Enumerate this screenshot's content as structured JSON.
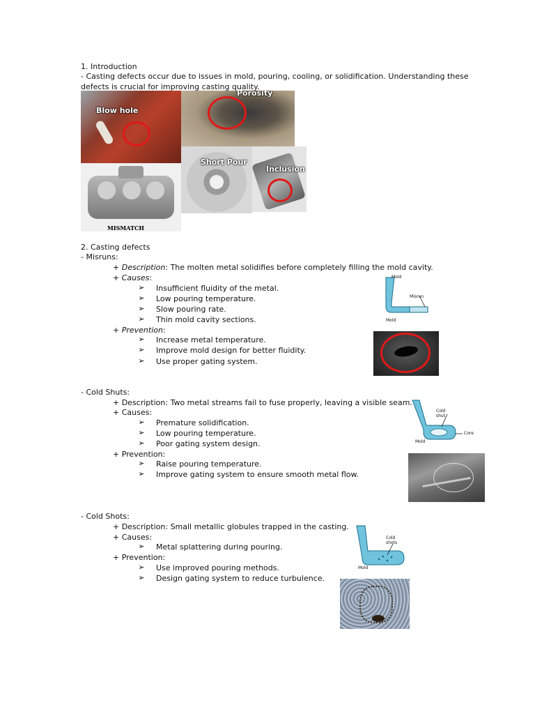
{
  "intro": {
    "heading": "1. Introduction",
    "text_line1": "- Casting defects occur due to issues in mold, pouring, cooling, or solidification. Understanding these",
    "text_line2": "defects is crucial for improving casting quality."
  },
  "collage": {
    "blow_hole": "Blow hole",
    "porosity": "Porosity",
    "short_pour": "Short Pour",
    "inclusion": "Inclusion",
    "mismatch": "MISMATCH"
  },
  "defects": {
    "heading": "2. Casting defects",
    "misruns": {
      "title": "- Misruns:",
      "desc_label": "Description",
      "desc_text": ": The molten metal solidifies before completely filling the mold cavity.",
      "causes_label": "Causes",
      "causes": [
        "Insufficient fluidity of the metal.",
        "Low pouring temperature.",
        "Slow pouring rate.",
        "Thin mold cavity sections."
      ],
      "prevention_label": "Prevention",
      "prevention": [
        "Increase metal temperature.",
        "Improve mold design for better fluidity.",
        "Use proper gating system."
      ],
      "diagram_labels": {
        "mold_top": "Mold",
        "misrun": "Misrun",
        "mold_bottom": "Mold"
      }
    },
    "cold_shuts": {
      "title": "- Cold Shuts:",
      "description": "+ Description: Two metal streams fail to fuse properly, leaving a visible seam.",
      "causes_label": "+ Causes:",
      "causes": [
        "Premature solidification.",
        "Low pouring temperature.",
        "Poor gating system design."
      ],
      "prevention_label": "+ Prevention:",
      "prevention": [
        "Raise pouring temperature.",
        "Improve gating system to ensure smooth metal flow."
      ],
      "diagram_labels": {
        "cold": "Cold",
        "shut": "shut",
        "core": "Core",
        "mold": "Mold"
      }
    },
    "cold_shots": {
      "title": "- Cold Shots:",
      "description": "+ Description: Small metallic globules trapped in the casting.",
      "causes_label": "+ Causes:",
      "causes": [
        "Metal splattering during pouring."
      ],
      "prevention_label": "+ Prevention:",
      "prevention": [
        "Use improved pouring methods.",
        "Design gating system to reduce turbulence."
      ],
      "diagram_labels": {
        "cold": "Cold",
        "shots": "shots",
        "mold": "Mold"
      }
    },
    "bullet_glyph": "➢"
  }
}
